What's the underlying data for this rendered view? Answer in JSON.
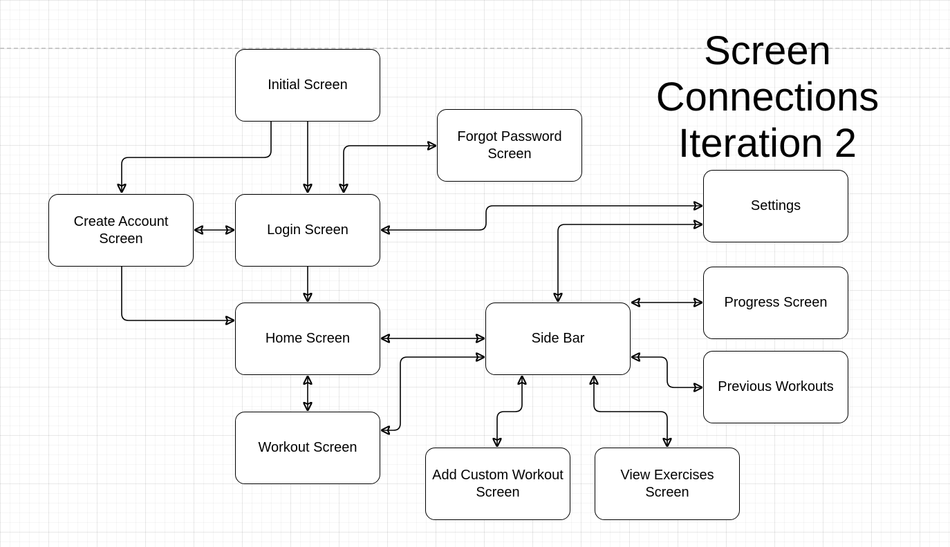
{
  "title_lines": [
    "Screen",
    "Connections",
    "Iteration 2"
  ],
  "nodes": {
    "initial": {
      "label": "Initial Screen"
    },
    "forgot_password": {
      "label": "Forgot Password Screen"
    },
    "create_account": {
      "label": "Create Account Screen"
    },
    "login": {
      "label": "Login Screen"
    },
    "settings": {
      "label": "Settings"
    },
    "home": {
      "label": "Home Screen"
    },
    "side_bar": {
      "label": "Side Bar"
    },
    "progress": {
      "label": "Progress Screen"
    },
    "previous_workouts": {
      "label": "Previous Workouts"
    },
    "workout": {
      "label": "Workout Screen"
    },
    "add_custom_workout": {
      "label": "Add Custom Workout Screen"
    },
    "view_exercises": {
      "label": "View Exercises Screen"
    }
  },
  "edges": [
    {
      "from": "initial",
      "to": "create_account",
      "direction": "forward"
    },
    {
      "from": "initial",
      "to": "login",
      "direction": "forward"
    },
    {
      "from": "login",
      "to": "forgot_password",
      "direction": "both"
    },
    {
      "from": "create_account",
      "to": "login",
      "direction": "both"
    },
    {
      "from": "login",
      "to": "settings",
      "direction": "both"
    },
    {
      "from": "login",
      "to": "home",
      "direction": "forward"
    },
    {
      "from": "create_account",
      "to": "home",
      "direction": "forward"
    },
    {
      "from": "home",
      "to": "side_bar",
      "direction": "both"
    },
    {
      "from": "home",
      "to": "workout",
      "direction": "both"
    },
    {
      "from": "workout",
      "to": "side_bar",
      "direction": "both"
    },
    {
      "from": "side_bar",
      "to": "settings",
      "direction": "both"
    },
    {
      "from": "side_bar",
      "to": "progress",
      "direction": "both"
    },
    {
      "from": "side_bar",
      "to": "previous_workouts",
      "direction": "both"
    },
    {
      "from": "side_bar",
      "to": "add_custom_workout",
      "direction": "both"
    },
    {
      "from": "side_bar",
      "to": "view_exercises",
      "direction": "both"
    }
  ],
  "colors": {
    "stroke": "#000000",
    "node_fill": "#ffffff",
    "grid": "#e6e6e6",
    "page_break": "#c8c8c8"
  }
}
